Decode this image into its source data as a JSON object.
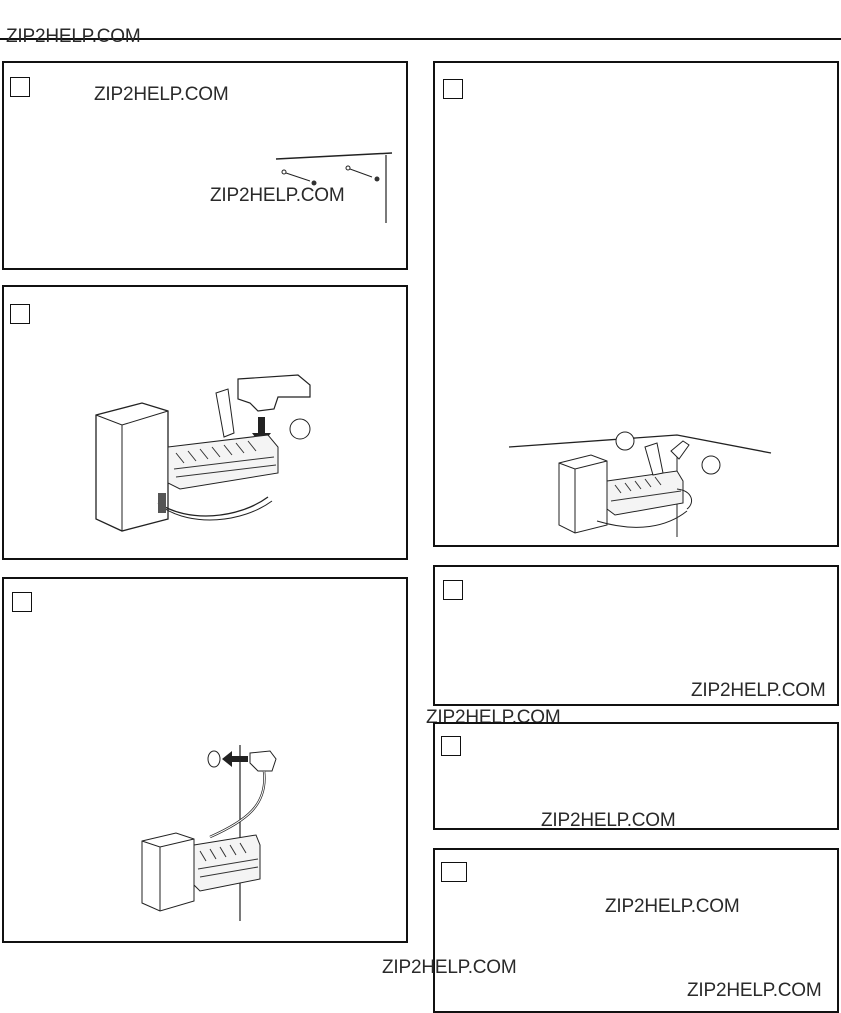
{
  "watermark": "ZIP2HELP.COM",
  "watermarks": [
    "ZIP2HELP.COM",
    "ZIP2HELP.COM",
    "ZIP2HELP.COM",
    "ZIP2HELP.COM",
    "ZIP2HELP.COM",
    "ZIP2HELP.COM",
    "ZIP2HELP.COM",
    "ZIP2HELP.COM",
    "ZIP2HELP.COM"
  ],
  "panels": [
    {
      "id": "top-left",
      "figure": "screw-holes-on-wall"
    },
    {
      "id": "mid-left",
      "figure": "icemaker-with-bracket"
    },
    {
      "id": "bottom-left",
      "figure": "icemaker-plug-connection"
    },
    {
      "id": "top-right",
      "figure": "icemaker-installed-under-ceiling"
    },
    {
      "id": "mid-right-1",
      "figure": "blank"
    },
    {
      "id": "mid-right-2",
      "figure": "blank"
    },
    {
      "id": "bottom-right",
      "figure": "blank"
    }
  ]
}
